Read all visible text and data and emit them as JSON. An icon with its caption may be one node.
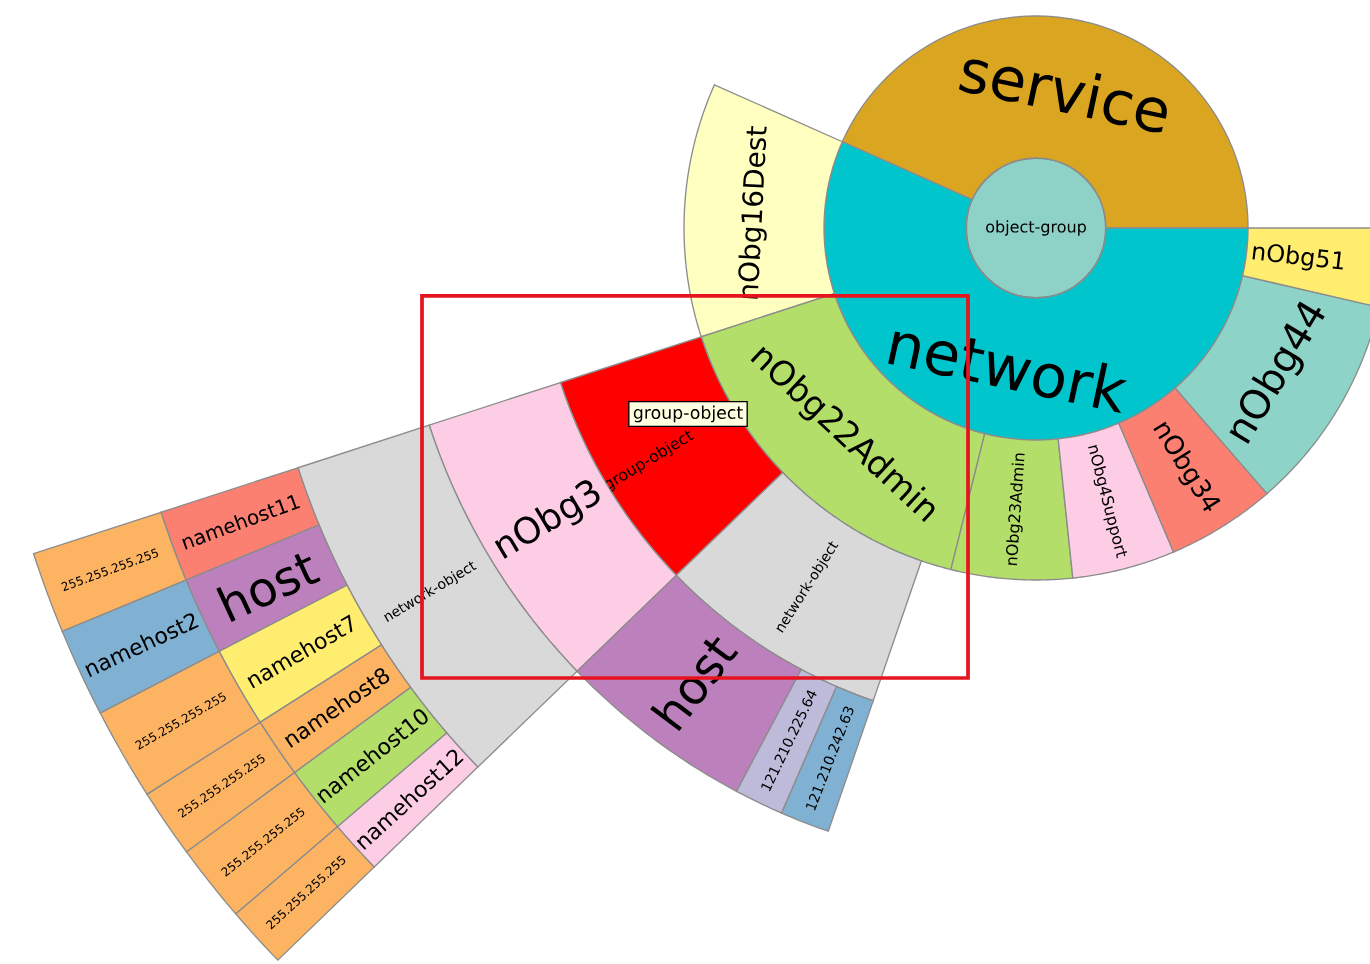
{
  "diagram": {
    "nodes": [
      {
        "text": [
          "object-group"
        ]
      },
      {
        "text": [
          "service"
        ]
      },
      {
        "text": [
          "network"
        ]
      },
      {
        "text": [
          "nObg16Dest"
        ]
      },
      {
        "text": [
          "nObg22Admin"
        ]
      },
      {
        "text": [
          "nObg23Admin"
        ]
      },
      {
        "text": [
          "nObg4Support"
        ]
      },
      {
        "text": [
          "nObg34"
        ]
      },
      {
        "text": [
          "nObg44"
        ]
      },
      {
        "text": [
          "nObg51"
        ]
      },
      {
        "text": [
          "group-object"
        ]
      },
      {
        "text": [
          "network-object"
        ]
      },
      {
        "text": [
          "nObg3"
        ]
      },
      {
        "text": [
          "host"
        ]
      },
      {
        "text": [
          "121.210.225.64"
        ]
      },
      {
        "text": [
          "121.210.242.63"
        ]
      },
      {
        "text": [
          "network-object"
        ]
      },
      {
        "text": [
          "namehost11"
        ]
      },
      {
        "text": [
          "host"
        ]
      },
      {
        "text": [
          "namehost7"
        ]
      },
      {
        "text": [
          "namehost8"
        ]
      },
      {
        "text": [
          "namehost10"
        ]
      },
      {
        "text": [
          "namehost12"
        ]
      },
      {
        "text": [
          "255.255.255.255"
        ]
      },
      {
        "text": [
          "namehost2"
        ]
      },
      {
        "text": [
          "255.255.255.255"
        ]
      },
      {
        "text": [
          "255.255.255.255"
        ]
      },
      {
        "text": [
          "255.255.255.255"
        ]
      },
      {
        "text": [
          "255.255.255.255"
        ]
      }
    ],
    "labels": [
      "group-object"
    ]
  }
}
